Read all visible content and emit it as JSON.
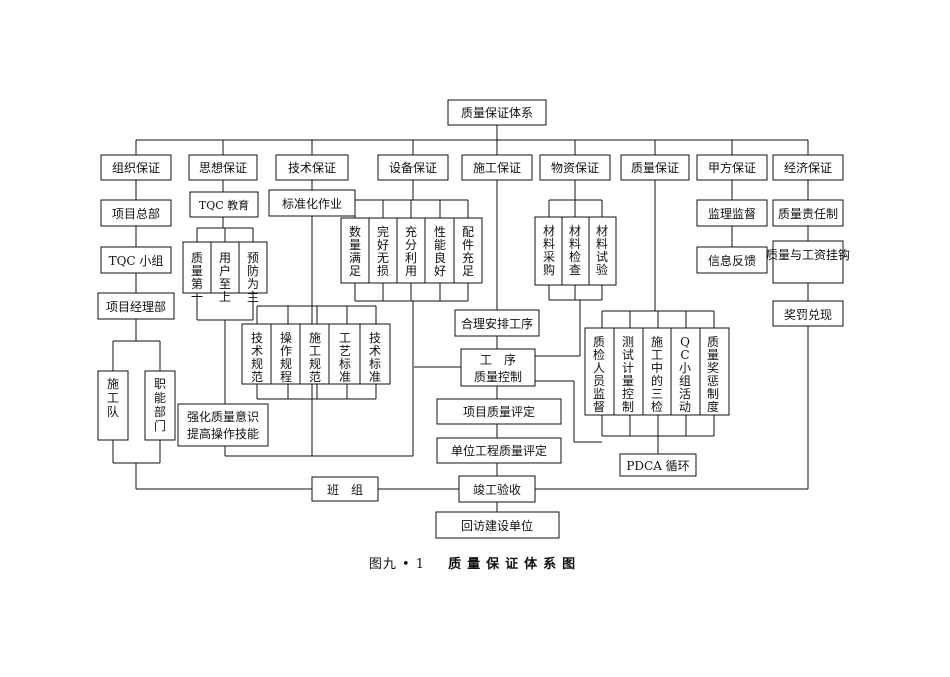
{
  "diagram": {
    "root": "质量保证体系",
    "categories": [
      "组织保证",
      "思想保证",
      "技术保证",
      "设备保证",
      "施工保证",
      "物资保证",
      "质量保证",
      "甲方保证",
      "经济保证"
    ],
    "org": {
      "items": [
        "项目总部",
        "TQC 小组",
        "项目经理部"
      ],
      "teams": [
        "施工队",
        "职能部门"
      ]
    },
    "thought": {
      "items": [
        "TQC 教育"
      ],
      "cols": [
        "质量第一",
        "用户至上",
        "预防为主"
      ],
      "result": [
        "强化质量意识",
        "提高操作技能"
      ]
    },
    "tech": {
      "items": [
        "标准化作业"
      ],
      "cols": [
        "技术规范",
        "操作规程",
        "施工规范",
        "工艺标准",
        "技术标准"
      ]
    },
    "equip": {
      "cols": [
        "数量满足",
        "完好无损",
        "充分利用",
        "性能良好",
        "配件充足"
      ]
    },
    "construction": {
      "items": [
        "合理安排工序"
      ]
    },
    "material": {
      "cols": [
        "材料采购",
        "材料检查",
        "材料试验"
      ]
    },
    "quality": {
      "cols": [
        "质检人员监督",
        "测试计量控制",
        "施工中的三检",
        "QC小组活动",
        "质量奖惩制度"
      ],
      "cycle": "PDCA 循环"
    },
    "owner": {
      "items": [
        "监理监督",
        "信息反馈"
      ]
    },
    "economy": {
      "items": [
        "质量责任制",
        "质量与工资挂钩",
        "奖罚兑现"
      ]
    },
    "flow": {
      "process": [
        "工　序",
        "质量控制"
      ],
      "steps": [
        "项目质量评定",
        "单位工程质量评定",
        "竣工验收",
        "回访建设单位"
      ],
      "team": "班　组"
    },
    "caption_number": "图九 • 1",
    "caption_title": "质量保证体系图"
  }
}
